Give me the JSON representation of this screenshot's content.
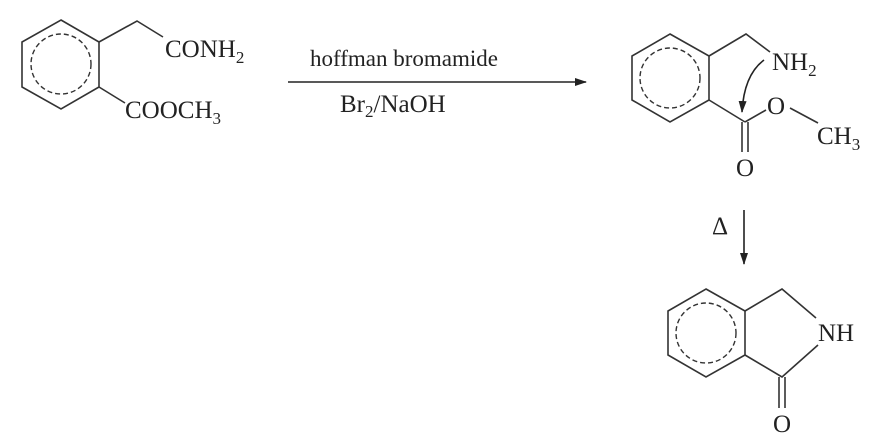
{
  "reactant": {
    "group1": "CONH",
    "group1_sub": "2",
    "group2": "COOCH",
    "group2_sub": "3"
  },
  "reaction_arrow": {
    "above": "hoffman bromamide",
    "below_a": "Br",
    "below_sub": "2",
    "below_b": "/NaOH"
  },
  "intermediate": {
    "amine": "NH",
    "amine_sub": "2",
    "ester_o": "O",
    "methyl": "CH",
    "methyl_sub": "3",
    "carbonyl_o": "O"
  },
  "heat_arrow": {
    "label": "Δ"
  },
  "product": {
    "nh": "NH",
    "carbonyl_o": "O"
  }
}
